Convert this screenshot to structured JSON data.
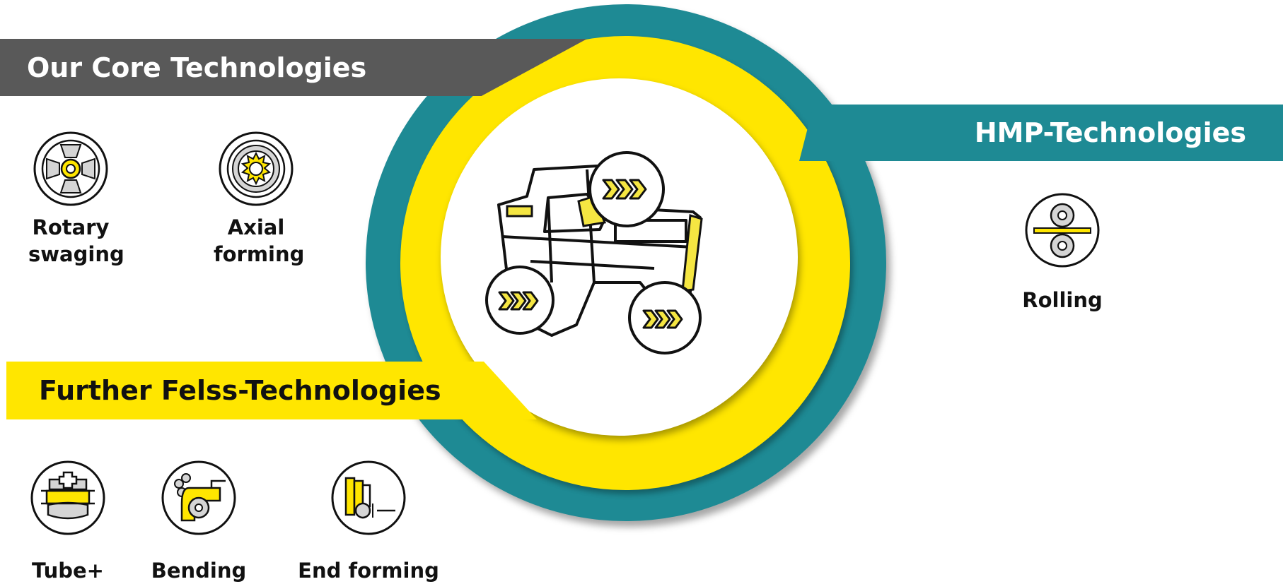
{
  "bands": {
    "core": "Our Core Technologies",
    "hmp": "HMP-Technologies",
    "further": "Further Felss-Technologies"
  },
  "technologies": {
    "rotary": "Rotary swaging",
    "axial": "Axial forming",
    "rolling": "Rolling",
    "tube": "Tube+",
    "bending": "Bending",
    "end_forming": "End forming"
  },
  "icons": {
    "rotary": "rotary-swaging-icon",
    "axial": "axial-forming-icon",
    "rolling": "rolling-icon",
    "tube": "tube-plus-icon",
    "bending": "bending-icon",
    "end_forming": "end-forming-icon",
    "center": "vehicle-illustration"
  },
  "colors": {
    "teal": "#1e8a94",
    "yellow": "#ffe600",
    "dark_gray": "#595959",
    "white": "#ffffff"
  }
}
